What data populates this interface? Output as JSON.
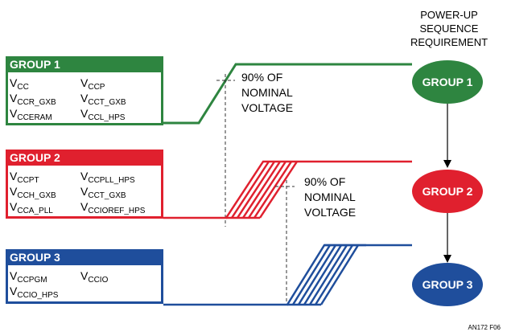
{
  "colors": {
    "group1": "#2e8540",
    "group2": "#e0202e",
    "group3": "#1f4e9c",
    "dashed": "#333333",
    "text": "#000000"
  },
  "header": {
    "line1": "POWER-UP",
    "line2": "SEQUENCE",
    "line3": "REQUIREMENT"
  },
  "groups": [
    {
      "title": "GROUP 1",
      "rails": [
        {
          "base": "V",
          "sub": "CC"
        },
        {
          "base": "V",
          "sub": "CCP"
        },
        {
          "base": "V",
          "sub": "CCR_GXB"
        },
        {
          "base": "V",
          "sub": "CCT_GXB"
        },
        {
          "base": "V",
          "sub": "CCERAM"
        },
        {
          "base": "V",
          "sub": "CCL_HPS"
        }
      ],
      "sequence_label": "GROUP 1"
    },
    {
      "title": "GROUP 2",
      "rails": [
        {
          "base": "V",
          "sub": "CCPT"
        },
        {
          "base": "V",
          "sub": "CCPLL_HPS"
        },
        {
          "base": "V",
          "sub": "CCH_GXB"
        },
        {
          "base": "V",
          "sub": "CCT_GXB"
        },
        {
          "base": "V",
          "sub": "CCA_PLL"
        },
        {
          "base": "V",
          "sub": "CCIOREF_HPS"
        }
      ],
      "sequence_label": "GROUP 2"
    },
    {
      "title": "GROUP 3",
      "rails": [
        {
          "base": "V",
          "sub": "CCPGM"
        },
        {
          "base": "V",
          "sub": "CCIO"
        },
        {
          "base": "V",
          "sub": "CCIO_HPS"
        }
      ],
      "sequence_label": "GROUP 3"
    }
  ],
  "annotations": [
    {
      "line1": "90% OF",
      "line2": "NOMINAL",
      "line3": "VOLTAGE"
    },
    {
      "line1": "90% OF",
      "line2": "NOMINAL",
      "line3": "VOLTAGE"
    }
  ],
  "figure_id": "AN172 F06"
}
